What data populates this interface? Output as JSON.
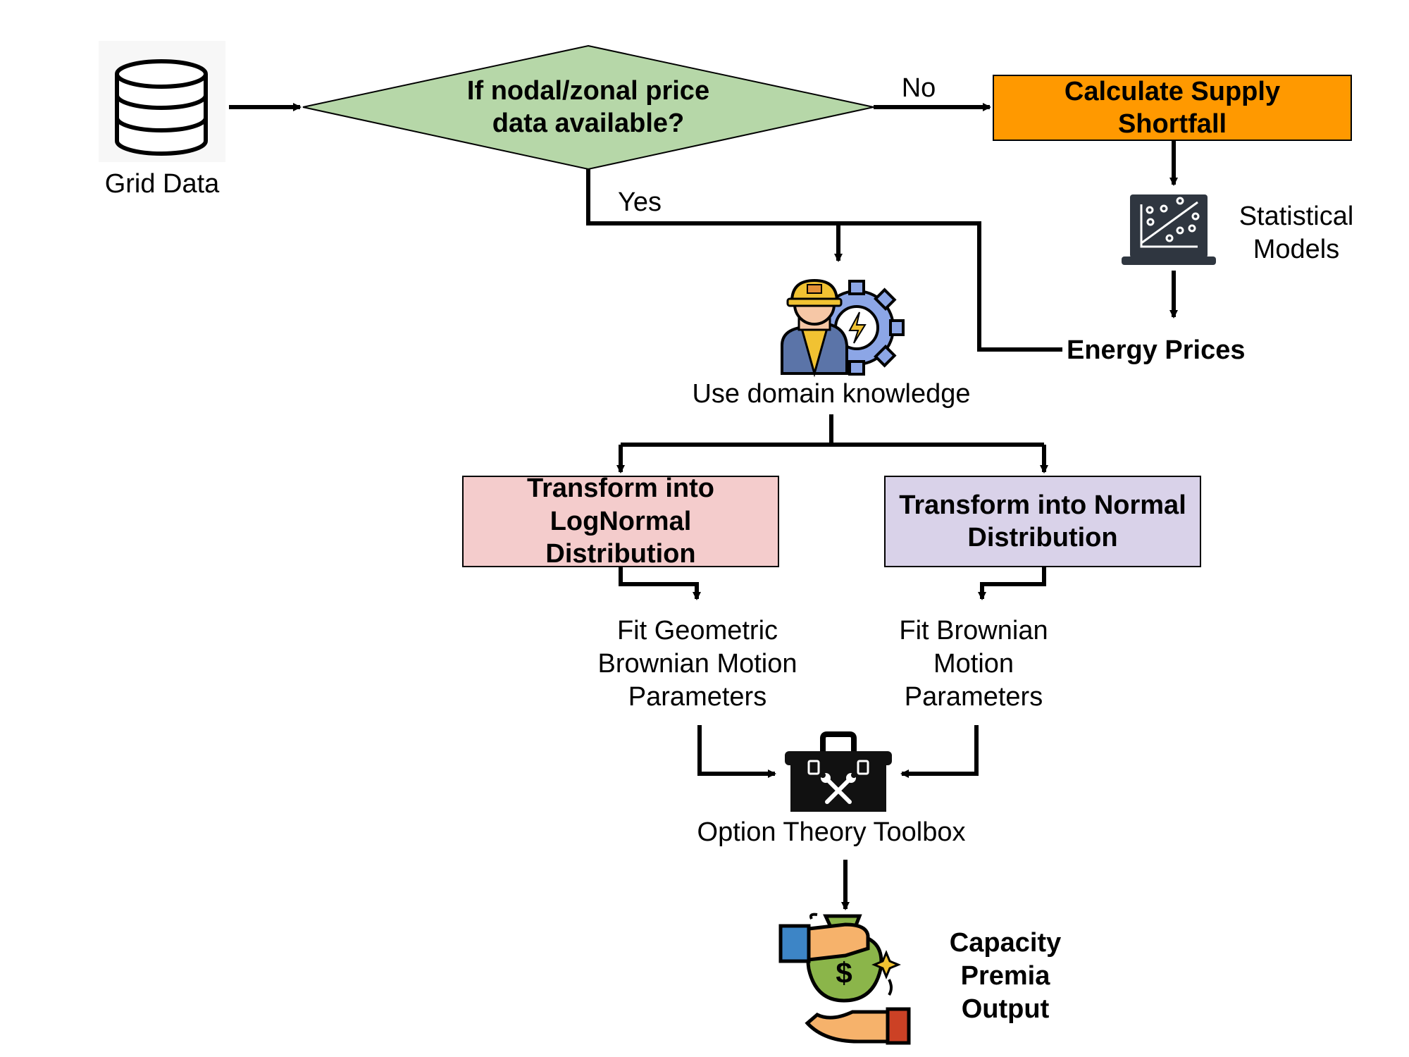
{
  "nodes": {
    "grid_data": "Grid Data",
    "decision": "If nodal/zonal price data available?",
    "no_label": "No",
    "yes_label": "Yes",
    "supply_shortfall": "Calculate Supply Shortfall",
    "statistical_models": "Statistical Models",
    "energy_prices": "Energy Prices",
    "domain_knowledge": "Use domain knowledge",
    "lognormal": "Transform into LogNormal Distribution",
    "normal": "Transform into Normal Distribution",
    "fit_gbm": "Fit Geometric Brownian Motion Parameters",
    "fit_bm": "Fit Brownian Motion Parameters",
    "toolbox": "Option Theory Toolbox",
    "capacity_premia": "Capacity Premia Output"
  },
  "colors": {
    "decision_fill": "#b6d7a8",
    "shortfall_fill": "#ff9900",
    "lognormal_fill": "#f4cccc",
    "normal_fill": "#d9d2e9",
    "stroke": "#000000"
  },
  "icons": [
    "database-icon",
    "statistics-laptop-icon",
    "engineer-gear-icon",
    "toolbox-icon",
    "money-bag-hand-icon"
  ]
}
